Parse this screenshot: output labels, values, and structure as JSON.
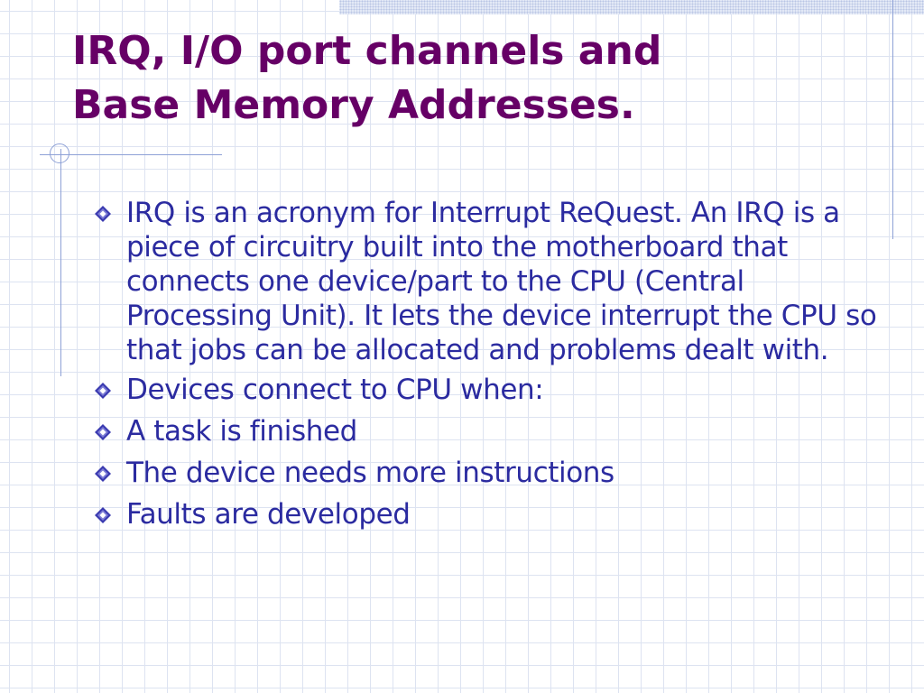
{
  "slide": {
    "title": "IRQ, I/O port channels and\nBase Memory Addresses.",
    "bullets": [
      {
        "text": "IRQ is an acronym for Interrupt ReQuest. An IRQ is a piece of circuitry built into the motherboard that connects one device/part to the CPU (Central Processing Unit). It lets the device interrupt the CPU so that jobs can be allocated and problems dealt with."
      },
      {
        "text": "Devices connect to CPU when:"
      },
      {
        "text": "A task is finished"
      },
      {
        "text": "The device needs more instructions"
      },
      {
        "text": "Faults are developed"
      }
    ],
    "bullet_icon": "diamond-bullet-icon"
  },
  "colors": {
    "title": "#660066",
    "body_text": "#2b2ba0",
    "grid": "#dde3f1",
    "accent_rule": "#8ea1d6",
    "bullet_fill": "#3a3ab0"
  }
}
